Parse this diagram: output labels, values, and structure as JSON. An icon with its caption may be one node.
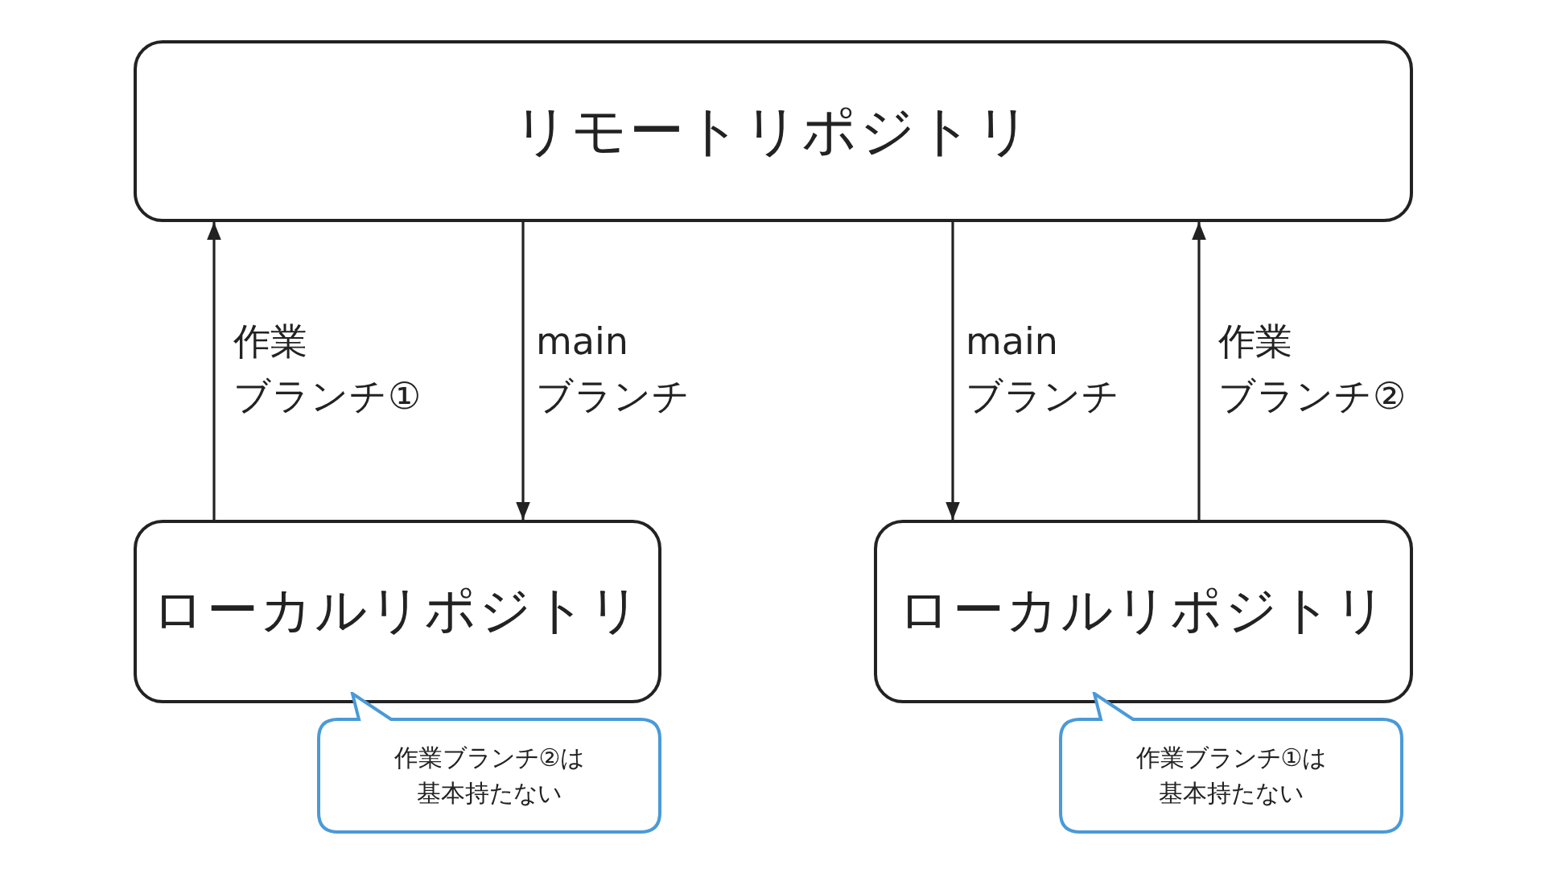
{
  "diagram": {
    "nodes": [
      {
        "text": [
          "リモートリポジトリ"
        ]
      },
      {
        "text": [
          "ローカルリポジトリ"
        ]
      },
      {
        "text": [
          "ローカルリポジトリ"
        ]
      },
      {
        "text": [
          "作業ブランチ②は基本持たない"
        ]
      },
      {
        "text": [
          "作業ブランチ①は基本持たない"
        ]
      }
    ],
    "edges": [
      {
        "from": 1,
        "to": 0,
        "arrow": "to",
        "label": "作業ブランチ①"
      },
      {
        "from": 0,
        "to": 1,
        "arrow": "to",
        "label": "main ブランチ"
      },
      {
        "from": 0,
        "to": 2,
        "arrow": "to",
        "label": "main ブランチ"
      },
      {
        "from": 2,
        "to": 0,
        "arrow": "to",
        "label": "作業ブランチ②"
      }
    ]
  }
}
